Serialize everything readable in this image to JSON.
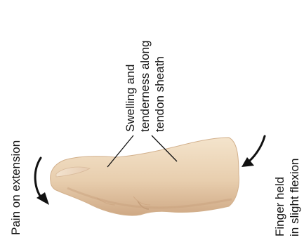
{
  "labels": {
    "swelling": [
      "Swelling and",
      "tenderness along",
      "tendon sheath"
    ],
    "pain": "Pain on extension",
    "finger": [
      "Finger held",
      "in slight flexion"
    ]
  },
  "colors": {
    "skin_light": "#f1ddc2",
    "skin_mid": "#e4c6a2",
    "skin_shadow": "#c9a37f",
    "line": "#111111"
  },
  "icons": {
    "pain_arrow": "curved-arrow-icon",
    "flexion_arrow": "curved-arrow-icon"
  }
}
